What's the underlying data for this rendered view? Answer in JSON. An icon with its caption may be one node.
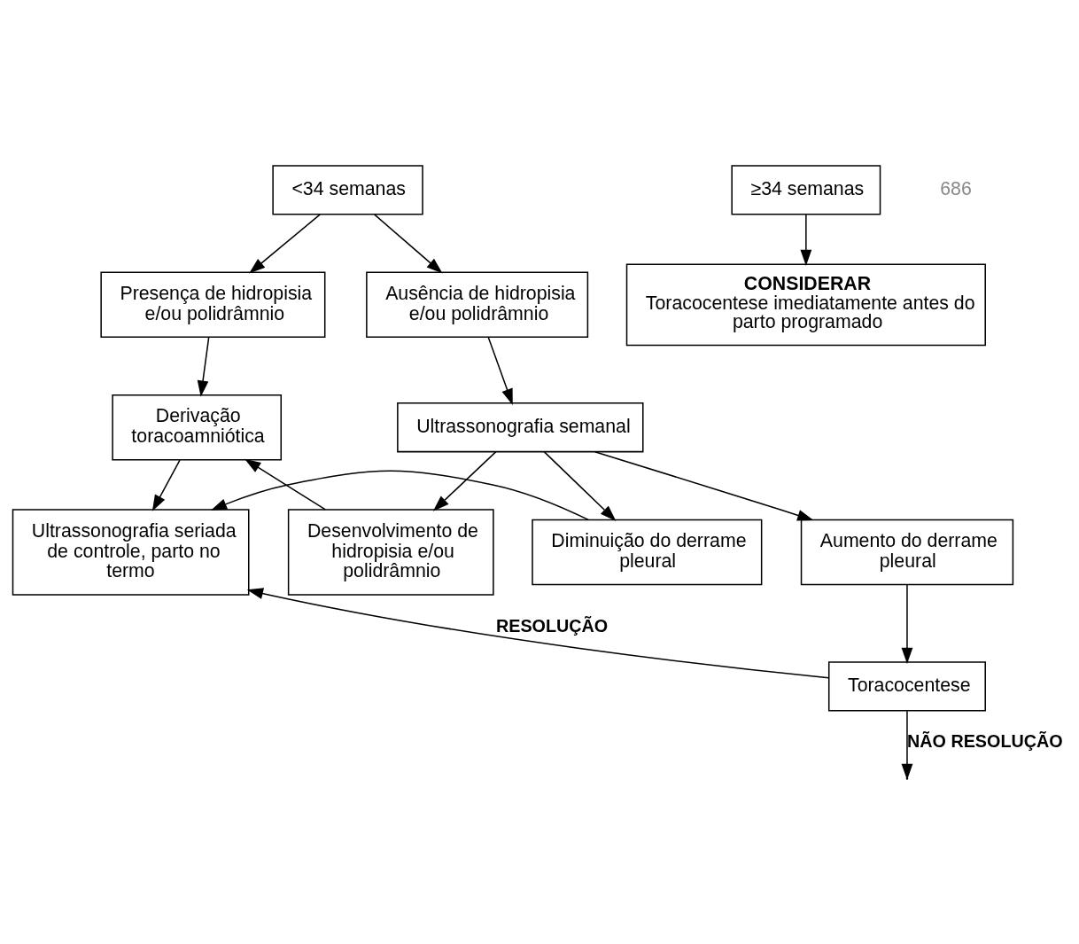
{
  "diagram": {
    "nodes": [
      {
        "text": [
          "<34 semanas"
        ]
      },
      {
        "text": [
          "≥34 semanas"
        ]
      },
      {
        "text": [
          "Presença de hidropisia e/ou polidrâmnio"
        ]
      },
      {
        "text": [
          "Ausência de hidropisia e/ou polidrâmnio"
        ]
      },
      {
        "text": [
          "CONSIDERAR",
          "Toracocentese imediatamente antes do parto programado"
        ]
      },
      {
        "text": [
          "Derivação toracoamniótica"
        ]
      },
      {
        "text": [
          "Ultrassonografia semanal"
        ]
      },
      {
        "text": [
          "Ultrassonografia seriada de controle, parto no termo"
        ]
      },
      {
        "text": [
          "Desenvolvimento de hidropisia e/ou polidrâmnio"
        ]
      },
      {
        "text": [
          "Diminuição do derrame pleural"
        ]
      },
      {
        "text": [
          "Aumento do derrame pleural"
        ]
      },
      {
        "text": [
          "Toracocentese"
        ]
      }
    ],
    "edges": [
      {
        "from": 0,
        "to": 2,
        "arrow": "to"
      },
      {
        "from": 0,
        "to": 3,
        "arrow": "to"
      },
      {
        "from": 1,
        "to": 4,
        "arrow": "to"
      },
      {
        "from": 2,
        "to": 5,
        "arrow": "to"
      },
      {
        "from": 3,
        "to": 6,
        "arrow": "to"
      },
      {
        "from": 5,
        "to": 7,
        "arrow": "to"
      },
      {
        "from": 6,
        "to": 8,
        "arrow": "to"
      },
      {
        "from": 6,
        "to": 9,
        "arrow": "to"
      },
      {
        "from": 6,
        "to": 10,
        "arrow": "to"
      },
      {
        "from": 8,
        "to": 5,
        "arrow": "to"
      },
      {
        "from": 9,
        "to": 7,
        "arrow": "to"
      },
      {
        "from": 10,
        "to": 11,
        "arrow": "to"
      },
      {
        "from": 11,
        "to": 7,
        "arrow": "to",
        "label": "RESOLUÇÃO"
      },
      {
        "from": 11,
        "to": null,
        "arrow": "to",
        "label": "NÃO RESOLUÇÃO"
      }
    ],
    "labels": [
      "686"
    ]
  }
}
